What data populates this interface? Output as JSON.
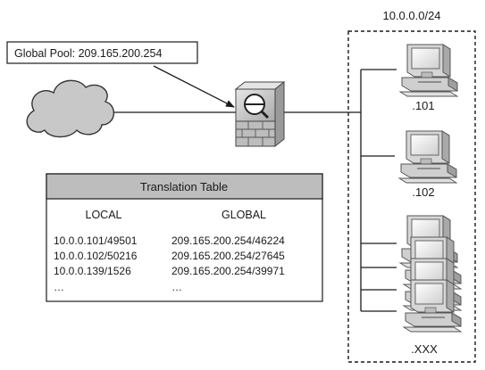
{
  "pool_label": "Global Pool: 209.165.200.254",
  "subnet_label": "10.0.0.0/24",
  "hosts": [
    {
      "label": ".101"
    },
    {
      "label": ".102"
    },
    {
      "label": ".XXX"
    }
  ],
  "translation_table": {
    "title": "Translation Table",
    "headers": [
      "LOCAL",
      "GLOBAL"
    ],
    "rows": [
      [
        "10.0.0.101/49501",
        "209.165.200.254/46224"
      ],
      [
        "10.0.0.102/50216",
        "209.165.200.254/27645"
      ],
      [
        "10.0.0.139/1526",
        "209.165.200.254/39971"
      ],
      [
        "…",
        "…"
      ]
    ]
  },
  "icons": {
    "cloud": "internet-cloud-icon",
    "firewall": "firewall-icon",
    "computer": "computer-icon"
  },
  "colors": {
    "cloud_fill": "#c8c8c8",
    "table_header_fill": "#bdbdbd",
    "device_fill": "#cccccc"
  }
}
